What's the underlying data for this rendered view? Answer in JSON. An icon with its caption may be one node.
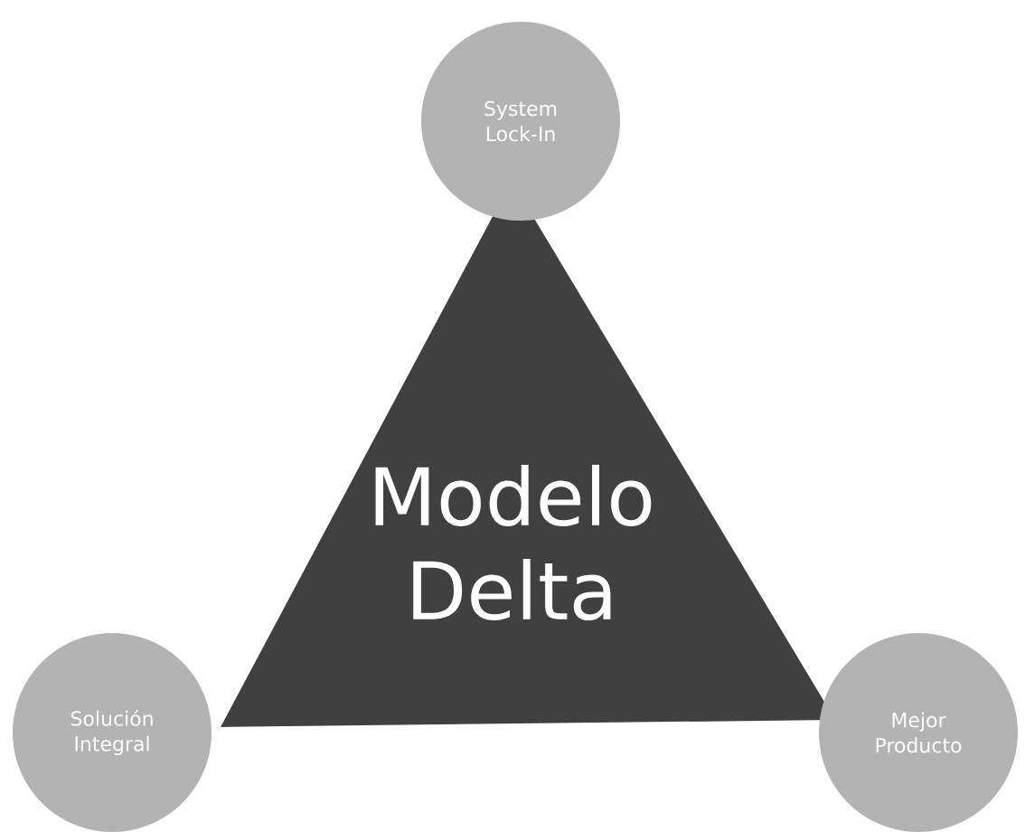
{
  "diagram": {
    "nodes": [
      {
        "text": [
          "System Lock-In"
        ]
      },
      {
        "text": [
          "Modelo Delta"
        ]
      },
      {
        "text": [
          "Solución Integral"
        ]
      },
      {
        "text": [
          "Mejor Producto"
        ]
      }
    ]
  }
}
